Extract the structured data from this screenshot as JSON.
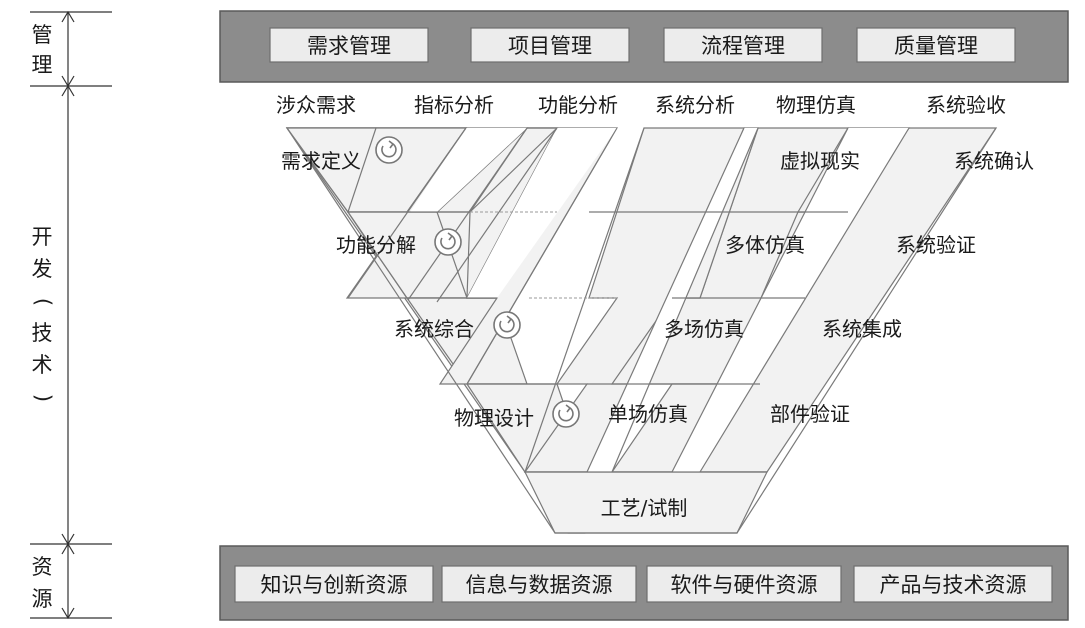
{
  "side_labels": {
    "management": [
      "管",
      "理"
    ],
    "development": [
      "开",
      "发",
      "(",
      "技",
      "术",
      ")"
    ],
    "resources": [
      "资",
      "源"
    ]
  },
  "management_boxes": [
    "需求管理",
    "项目管理",
    "流程管理",
    "质量管理"
  ],
  "resource_boxes": [
    "知识与创新资源",
    "信息与数据资源",
    "软件与硬件资源",
    "产品与技术资源"
  ],
  "top_labels": [
    "涉众需求",
    "指标分析",
    "功能分析",
    "系统分析",
    "物理仿真",
    "系统验收"
  ],
  "left_stages": [
    "需求定义",
    "功能分解",
    "系统综合",
    "物理设计"
  ],
  "middle_stages": [
    "虚拟现实",
    "多体仿真",
    "多场仿真",
    "单场仿真"
  ],
  "right_stages": [
    "系统确认",
    "系统验证",
    "系统集成",
    "部件验证"
  ],
  "bottom_stage": "工艺/试制",
  "colors": {
    "band": "#8c8c8c",
    "chip": "#ececec",
    "v_fill": "#f2f2f2",
    "line": "#7a7a7a"
  },
  "icons": [
    "cycle-icon"
  ]
}
